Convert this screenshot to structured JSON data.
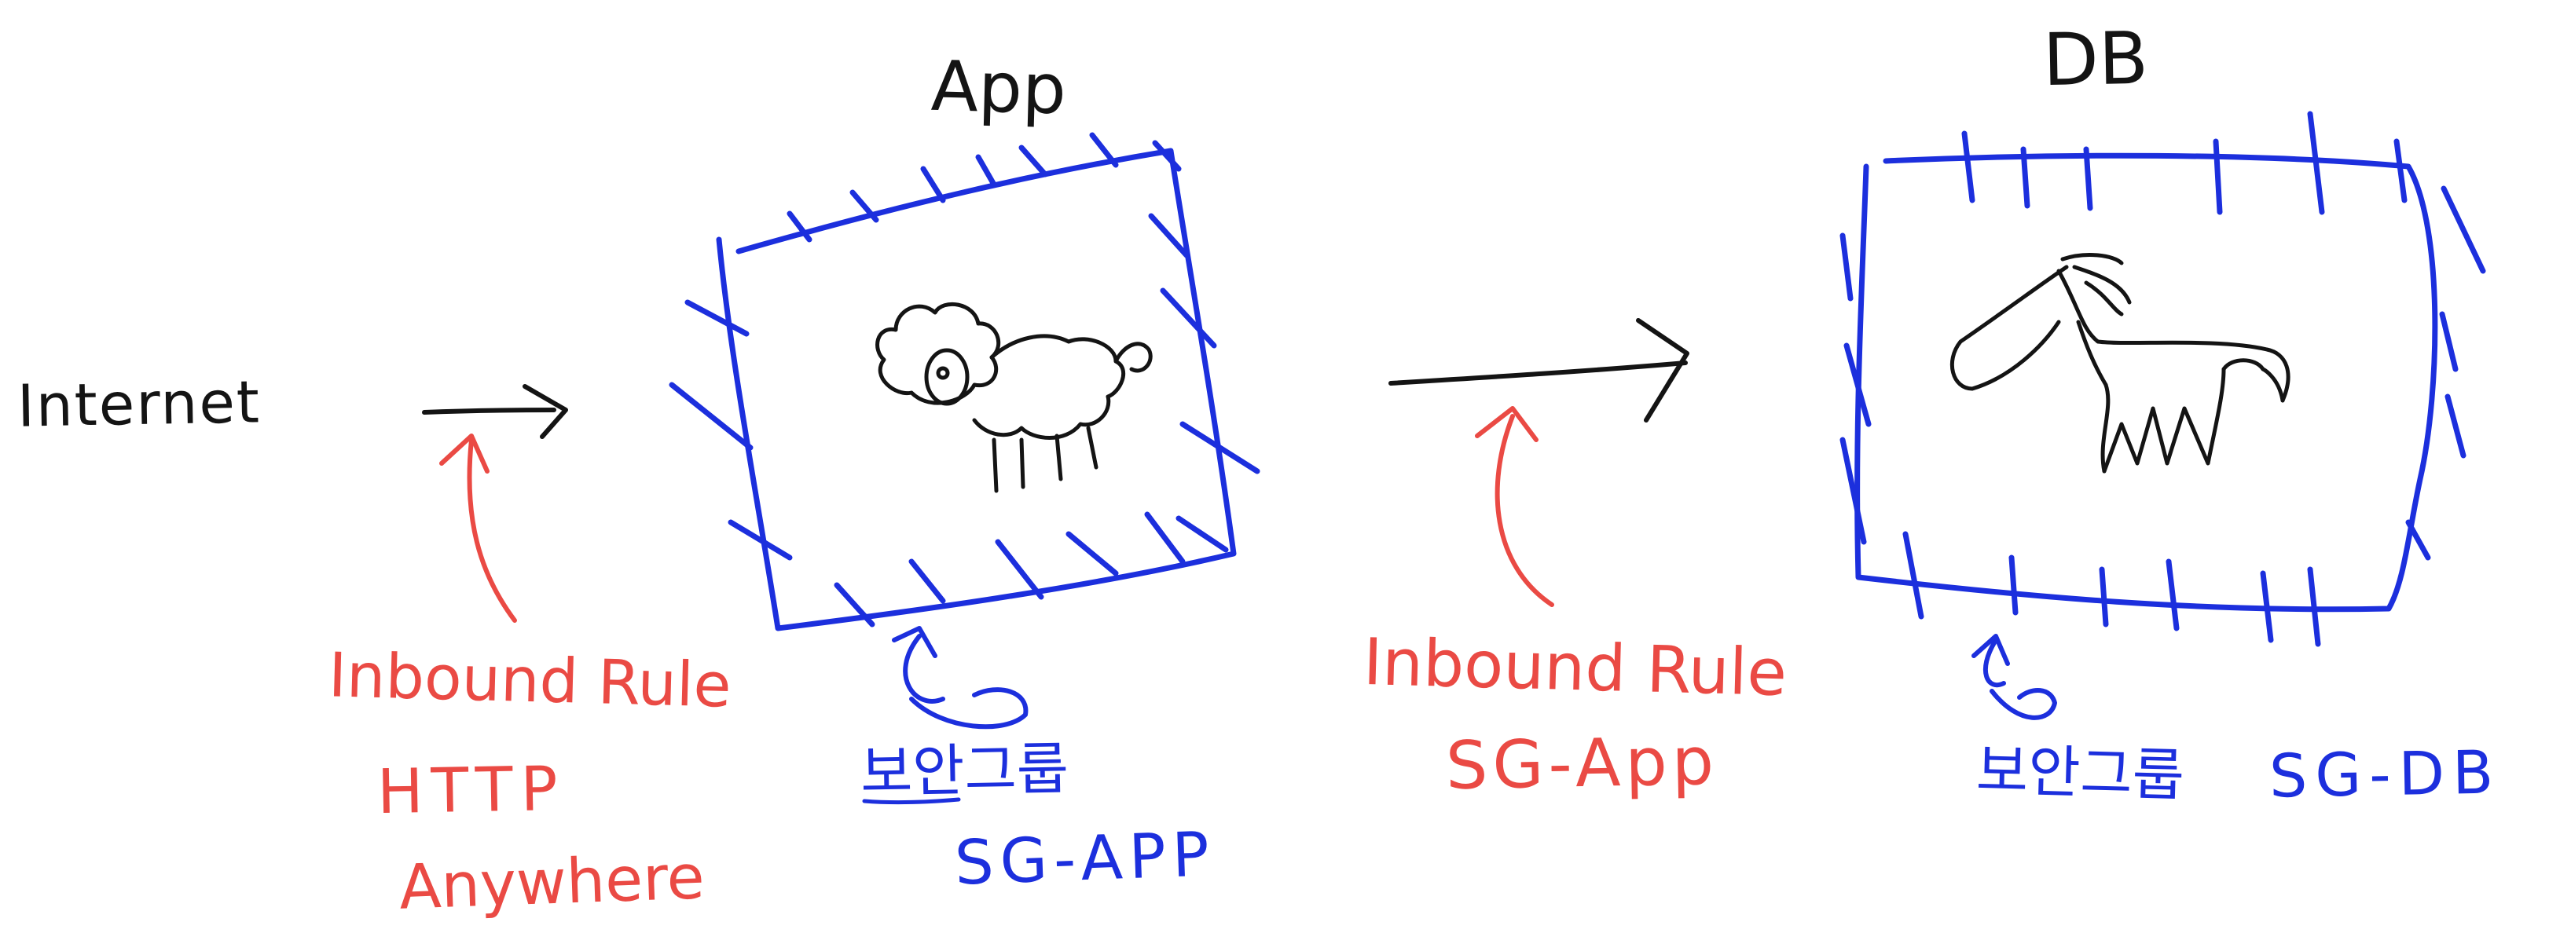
{
  "labels": {
    "internet": "Internet",
    "app_title": "App",
    "db_title": "DB"
  },
  "left_rule": {
    "title": "Inbound Rule",
    "line1": "HTTP",
    "line2": "Anywhere"
  },
  "right_rule": {
    "title": "Inbound Rule",
    "line1": "SG-App"
  },
  "app_sg": {
    "name": "보안그룹",
    "id": "SG-APP"
  },
  "db_sg": {
    "name": "보안그룹",
    "id": "SG-DB"
  },
  "colors": {
    "ink": "#141414",
    "rule": "#ea4a44",
    "security_group": "#1c2fdd"
  },
  "icons": {
    "app_icon": "sheep-icon",
    "db_icon": "horse-icon"
  }
}
